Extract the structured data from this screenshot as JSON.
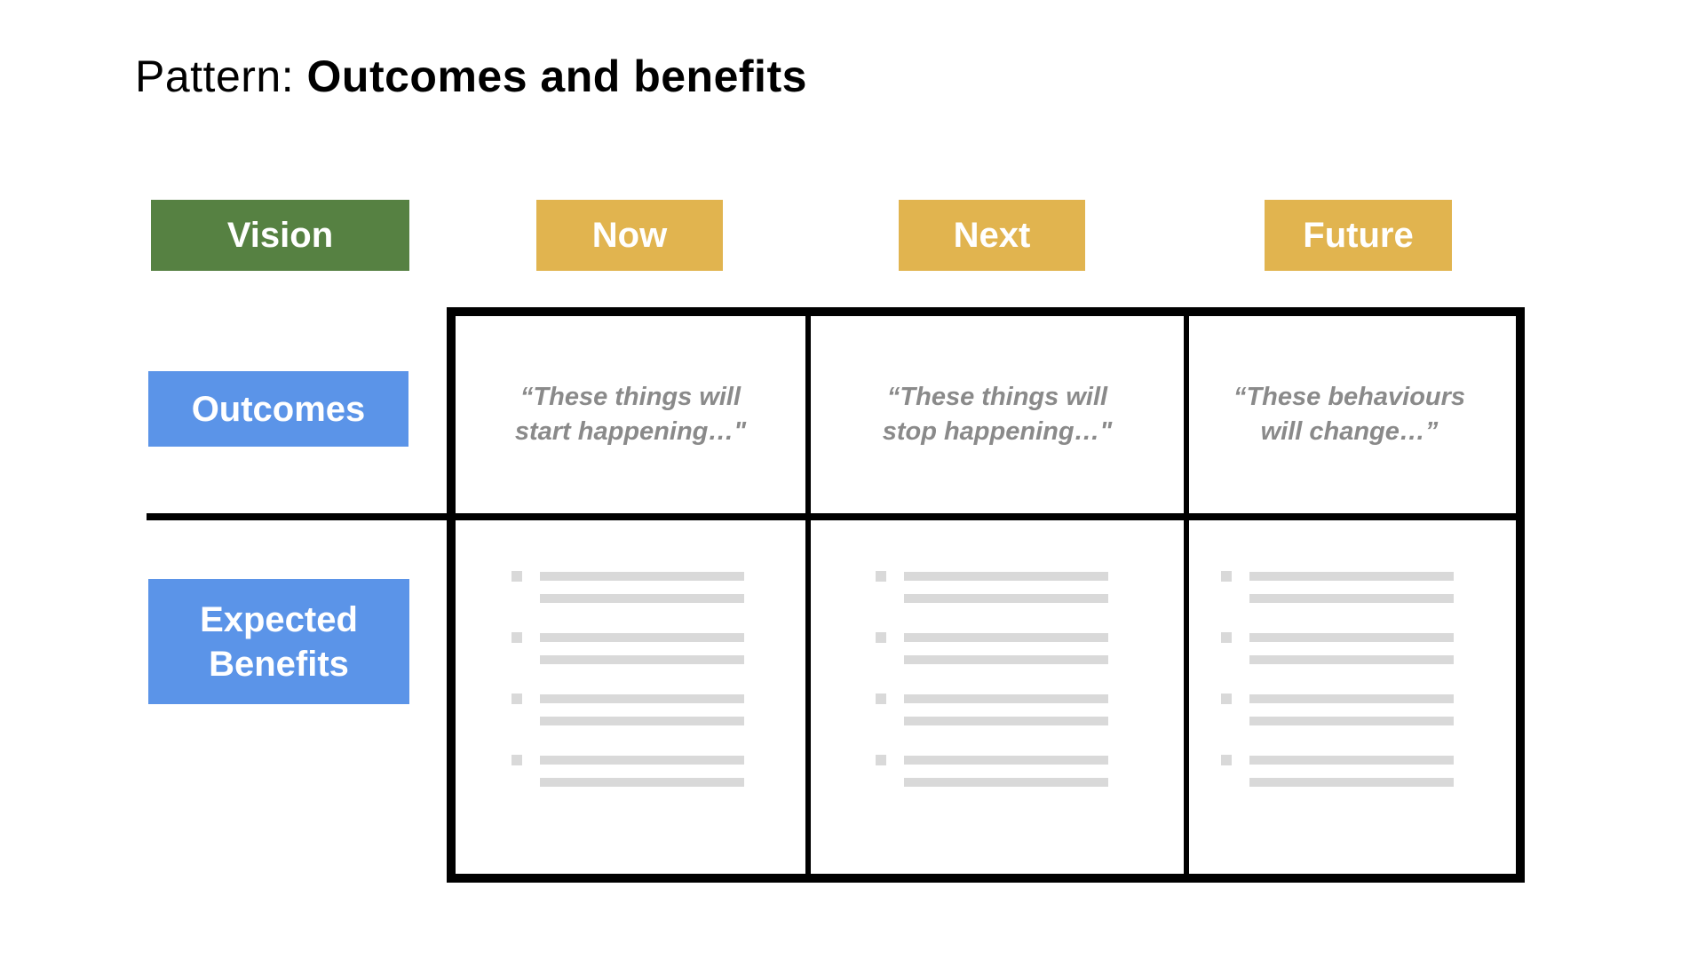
{
  "title": {
    "prefix": "Pattern:",
    "emphasis": "Outcomes and benefits"
  },
  "row_headers": {
    "vision": "Vision",
    "outcomes": "Outcomes",
    "expected_benefits": "Expected Benefits"
  },
  "columns": [
    {
      "label": "Now",
      "outcome_quote": "“These things will\nstart happening…\""
    },
    {
      "label": "Next",
      "outcome_quote": "“These things will\nstop happening…\""
    },
    {
      "label": "Future",
      "outcome_quote": "“These behaviours\nwill change…”"
    }
  ],
  "expected_benefits_placeholder": {
    "groups_per_cell": 4,
    "lines_per_group": 2
  },
  "colors": {
    "green": "#568142",
    "yellow": "#e1b44f",
    "blue": "#5b94e8",
    "quote_gray": "#8a8a8a",
    "skeleton_gray": "#d9d9d9",
    "grid_black": "#000000"
  }
}
